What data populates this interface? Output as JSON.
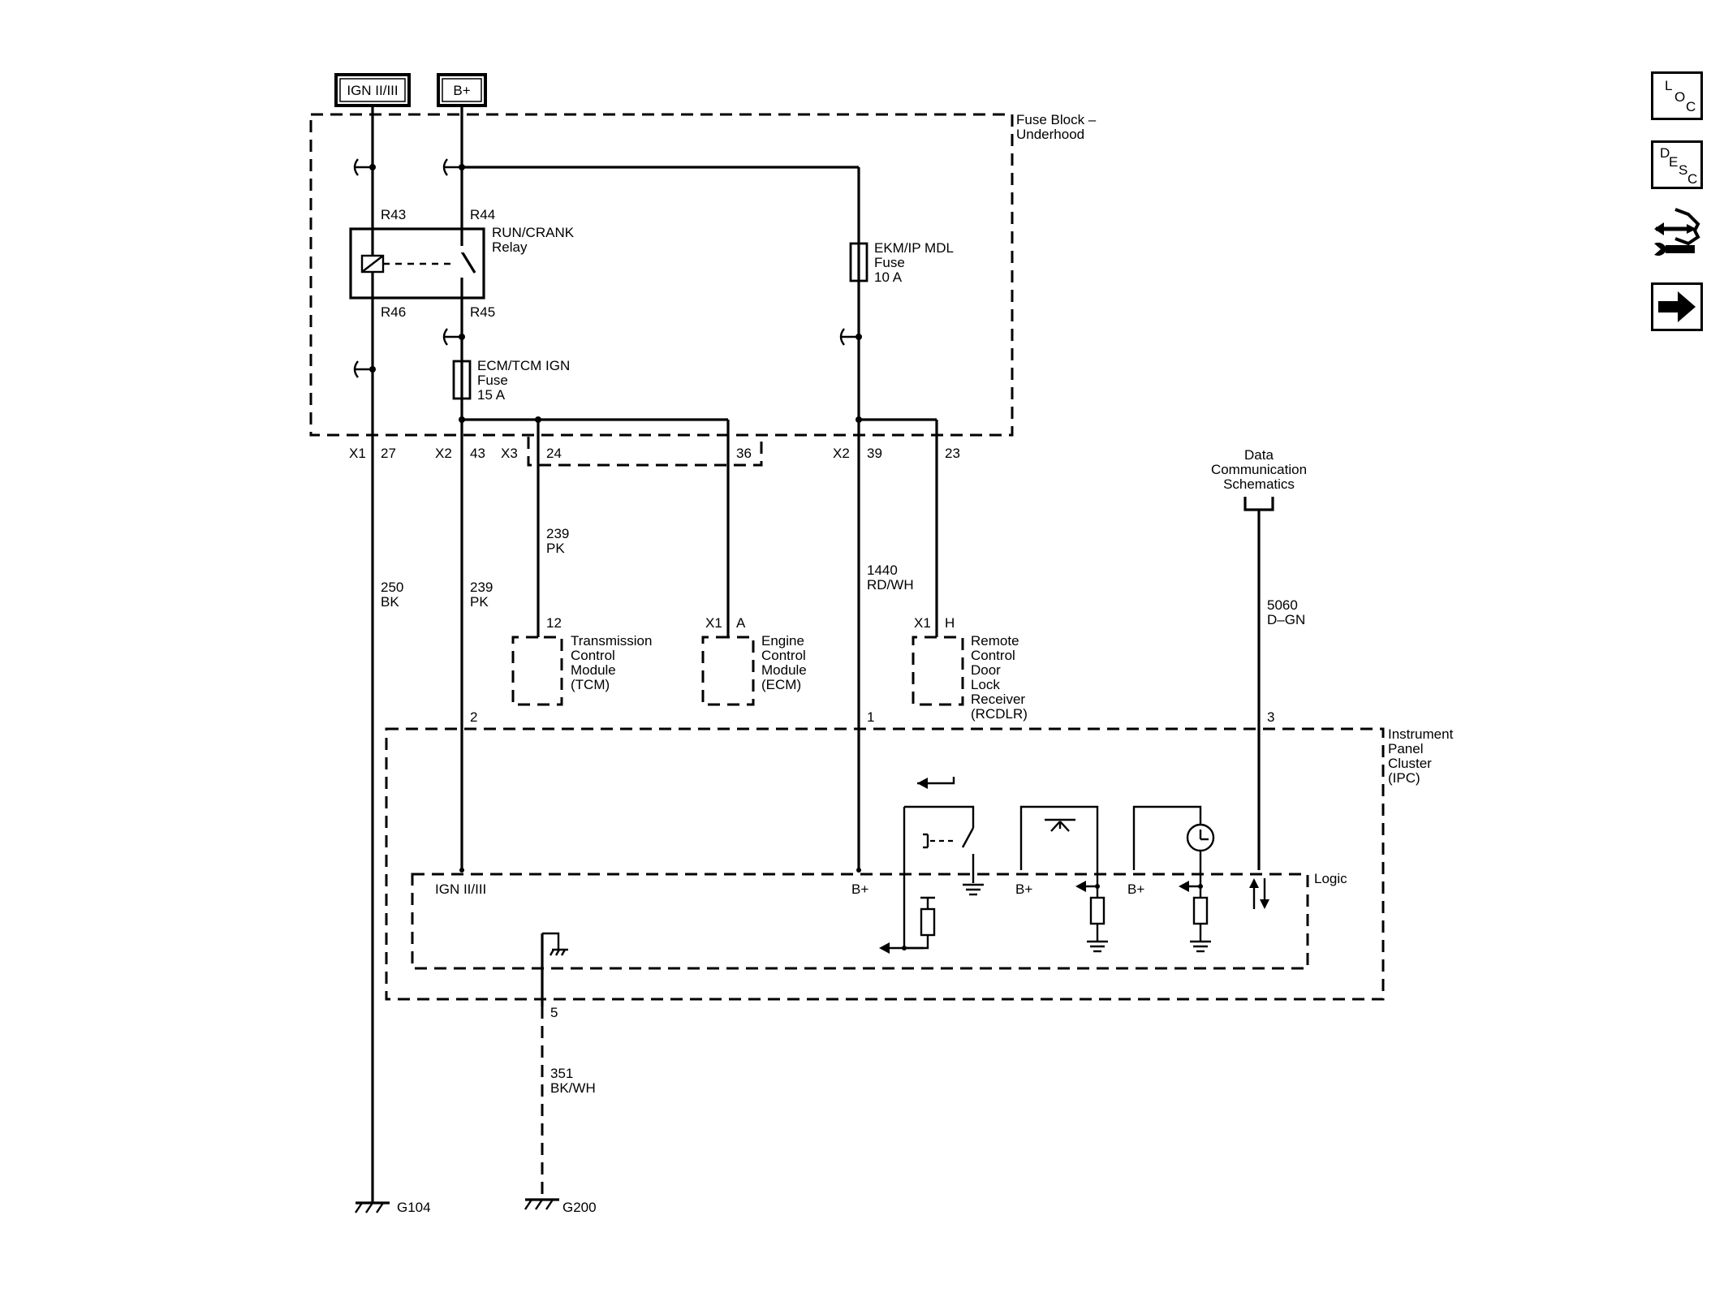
{
  "connectors": {
    "ign": "IGN II/III",
    "bplus": "B+"
  },
  "fuse_block": {
    "title1": "Fuse Block –",
    "title2": "Underhood"
  },
  "relay": {
    "name1": "RUN/CRANK",
    "name2": "Relay",
    "r43": "R43",
    "r44": "R44",
    "r46": "R46",
    "r45": "R45"
  },
  "fuse_ecm": {
    "line1": "ECM/TCM IGN",
    "line2": "Fuse",
    "line3": "15 A"
  },
  "fuse_ekm": {
    "line1": "EKM/IP MDL",
    "line2": "Fuse",
    "line3": "10 A"
  },
  "pins": {
    "x1": "X1",
    "p27": "27",
    "x2a": "X2",
    "p43": "43",
    "x3": "X3",
    "p24": "24",
    "p36": "36",
    "x2b": "X2",
    "p39": "39",
    "p23": "23",
    "tcm_pin": "12",
    "ecm_conn": "X1",
    "ecm_pin": "A",
    "rcdlr_conn": "X1",
    "rcdlr_pin": "H",
    "ipc2": "2",
    "ipc1": "1",
    "ipc3": "3",
    "ipc5": "5"
  },
  "wires": {
    "w250_num": "250",
    "w250_col": "BK",
    "w239a_num": "239",
    "w239a_col": "PK",
    "w239b_num": "239",
    "w239b_col": "PK",
    "w1440_num": "1440",
    "w1440_col": "RD/WH",
    "w5060_num": "5060",
    "w5060_col": "D–GN",
    "w351_num": "351",
    "w351_col": "BK/WH"
  },
  "modules": {
    "tcm": [
      "Transmission",
      "Control",
      "Module",
      "(TCM)"
    ],
    "ecm": [
      "Engine",
      "Control",
      "Module",
      "(ECM)"
    ],
    "rcdlr": [
      "Remote",
      "Control",
      "Door",
      "Lock",
      "Receiver",
      "(RCDLR)"
    ]
  },
  "data_comm": [
    "Data",
    "Communication",
    "Schematics"
  ],
  "ipc": {
    "title": [
      "Instrument",
      "Panel",
      "Cluster",
      "(IPC)"
    ],
    "logic": "Logic",
    "ign": "IGN II/III",
    "b1": "B+",
    "b2": "B+",
    "b3": "B+"
  },
  "grounds": {
    "g104": "G104",
    "g200": "G200"
  },
  "nav": {
    "loc": [
      "L",
      "O",
      "C"
    ],
    "desc": [
      "D",
      "E",
      "S",
      "C"
    ],
    "connector_icon": "connector-and-wrench-icon",
    "next_icon": "right-arrow-icon"
  }
}
